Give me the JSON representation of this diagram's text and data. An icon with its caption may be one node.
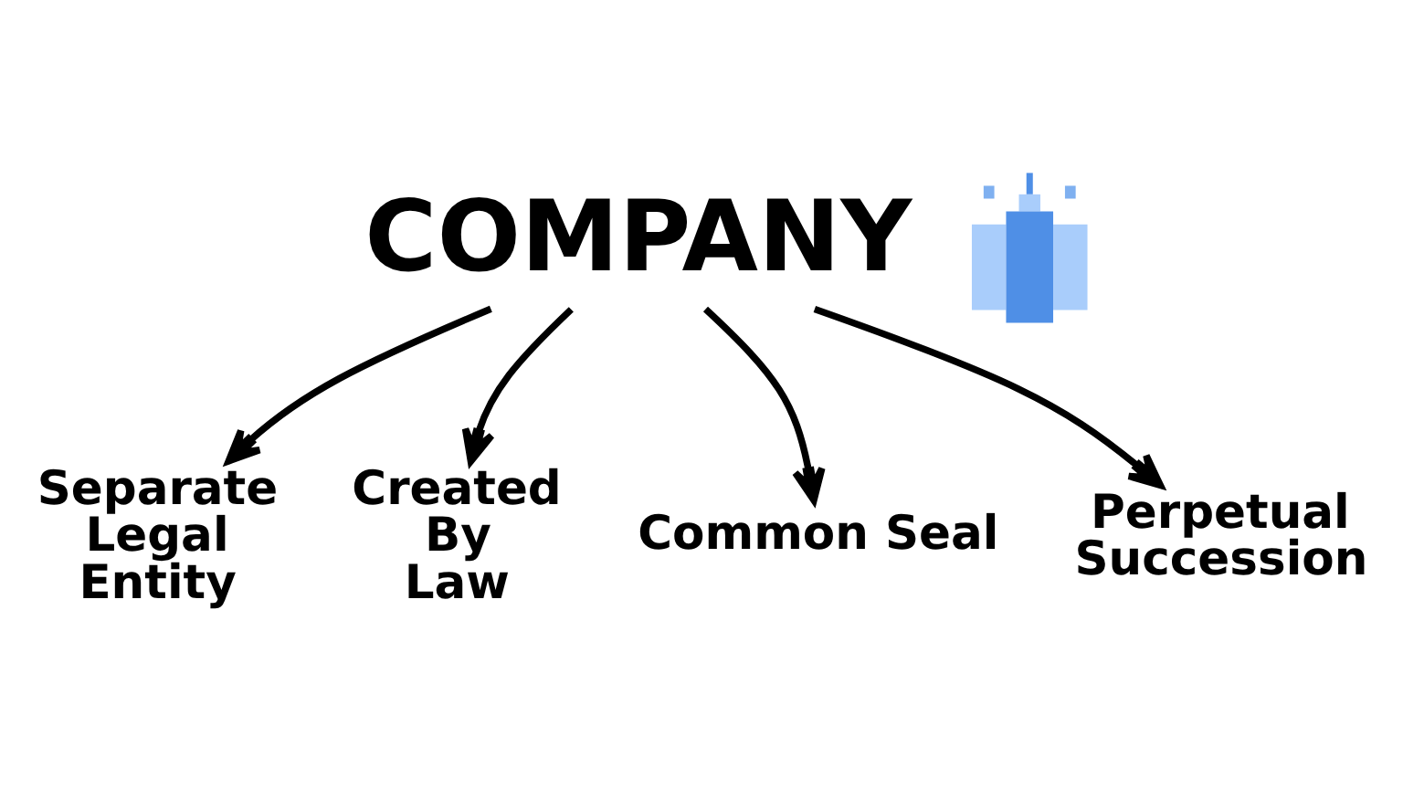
{
  "diagram": {
    "nodes": [
      {
        "text": [
          "COMPANY"
        ]
      },
      {
        "text": [],
        "shape": "picture"
      },
      {
        "text": [
          "Separate Legal Entity"
        ]
      },
      {
        "text": [
          "Created By Law"
        ]
      },
      {
        "text": [
          "Common Seal"
        ]
      },
      {
        "text": [
          "Perpetual Succession"
        ]
      }
    ],
    "edges": [
      {
        "from": 0,
        "to": 2,
        "arrow": "to"
      },
      {
        "from": 0,
        "to": 3,
        "arrow": "to"
      },
      {
        "from": 0,
        "to": 4,
        "arrow": "to"
      },
      {
        "from": 0,
        "to": 5,
        "arrow": "to"
      }
    ]
  }
}
